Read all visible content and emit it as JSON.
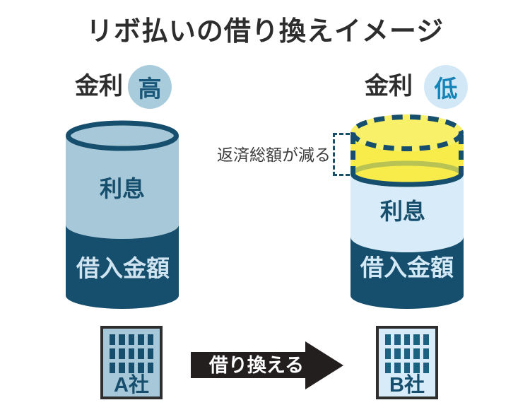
{
  "title": "リボ払いの借り換えイメージ",
  "left": {
    "rate_label": "金利",
    "rate_level": "高",
    "interest_label": "利息",
    "principal_label": "借入金額",
    "company_label": "A社"
  },
  "right": {
    "rate_label": "金利",
    "rate_level": "低",
    "interest_label": "利息",
    "principal_label": "借入金額",
    "company_label": "B社",
    "reduction_note": "返済総額が減る"
  },
  "arrow": {
    "label": "借り換える"
  },
  "buildings": {
    "window_cols": 5,
    "window_rows": 3
  },
  "colors": {
    "navy": "#164e6d",
    "left_light": "#a7c8d8",
    "right_light": "#d8ebf8",
    "left_circle": "#a9ccdc",
    "right_circle": "#d3e8f6",
    "high_text": "#19587a",
    "low_text": "#1583b5",
    "yellow": "#f7ec49",
    "yellow_light": "#f9f06a",
    "olive": "#b9c353",
    "title_text": "#2d2d2d",
    "body_text": "#3c3c3c",
    "principal_text_left": "#cfe4f0",
    "principal_text_right": "#d4e9f6",
    "arrow_black": "#231f1f",
    "building_border": "#2e2e2e",
    "windows_a": "#164e6d",
    "windows_b": "#1d6182",
    "white": "#ffffff"
  }
}
